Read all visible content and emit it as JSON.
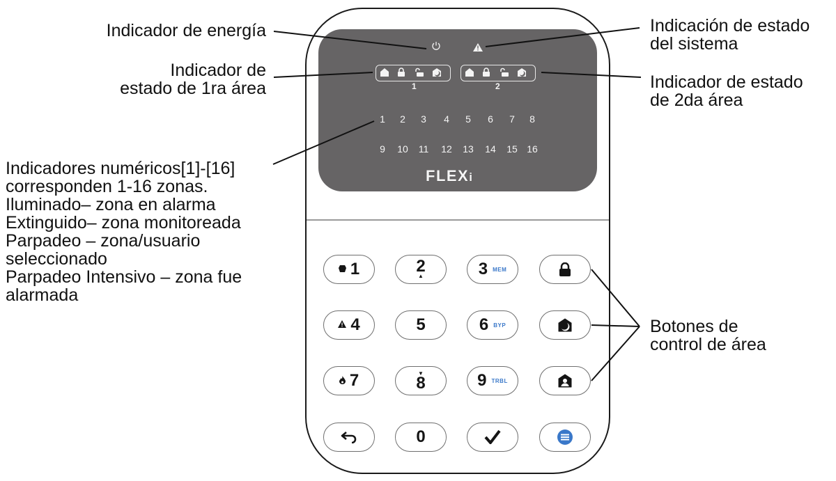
{
  "annotations": {
    "power_indicator": "Indicador de energía",
    "area1_status": [
      "Indicador de",
      "estado de 1ra área"
    ],
    "zone_indicators": [
      "Indicadores numéricos[1]-[16]",
      "corresponden 1-16 zonas.",
      "Iluminado– zona en alarma",
      "Extinguido– zona monitoreada",
      "Parpadeo – zona/usuario",
      "seleccionado",
      "Parpadeo Intensivo – zona fue",
      "alarmada"
    ],
    "system_status": [
      "Indicación de estado",
      "del sistema"
    ],
    "area2_status": [
      "Indicador de estado",
      "de 2da área"
    ],
    "area_control_buttons": [
      "Botones de",
      "control de área"
    ]
  },
  "screen": {
    "icons": {
      "power": "power-icon",
      "system": "warning-triangle-icon",
      "area_icons": [
        "home-icon",
        "lock-closed-icon",
        "lock-open-icon",
        "night-home-icon"
      ]
    },
    "area_numbers": [
      "1",
      "2"
    ],
    "zones_row1": [
      "1",
      "2",
      "3",
      "4",
      "5",
      "6",
      "7",
      "8"
    ],
    "zones_row2": [
      "9",
      "10",
      "11",
      "12",
      "13",
      "14",
      "15",
      "16"
    ],
    "brand": "FLEX",
    "brand_suffix": "i"
  },
  "keypad": {
    "rows": [
      [
        {
          "num": "1",
          "prefix_icon": "shield-icon"
        },
        {
          "num": "2",
          "arrow": "up"
        },
        {
          "num": "3",
          "sub": "MEM"
        },
        {
          "icon": "lock-icon"
        }
      ],
      [
        {
          "num": "4",
          "prefix_icon": "warning-icon"
        },
        {
          "num": "5"
        },
        {
          "num": "6",
          "sub": "BYP"
        },
        {
          "icon": "night-home-icon"
        }
      ],
      [
        {
          "num": "7",
          "prefix_icon": "fire-icon"
        },
        {
          "num": "8",
          "arrow": "down"
        },
        {
          "num": "9",
          "sub": "TRBL"
        },
        {
          "icon": "stay-home-icon"
        }
      ],
      [
        {
          "icon": "back-arrow-icon"
        },
        {
          "num": "0"
        },
        {
          "icon": "check-icon"
        },
        {
          "icon": "menu-icon"
        }
      ]
    ]
  },
  "colors": {
    "screen_bg": "#666465",
    "accent_blue": "#3a78c9"
  }
}
